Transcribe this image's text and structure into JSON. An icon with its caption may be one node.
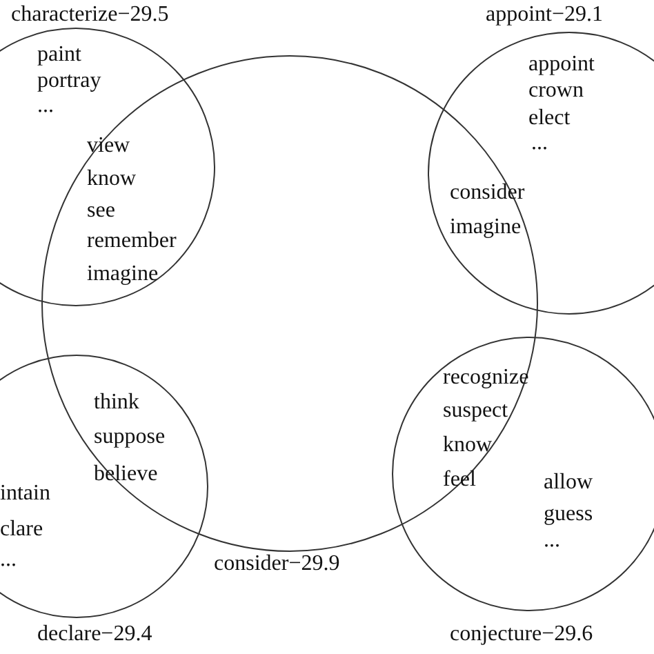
{
  "diagram": {
    "nodes": [
      {
        "text": [
          "characterize−29.5",
          "paint",
          "portray",
          "..."
        ]
      },
      {
        "text": [
          "consider−29.9"
        ]
      },
      {
        "text": [
          "appoint−29.1",
          "appoint",
          "crown",
          "elect",
          "..."
        ]
      },
      {
        "text": [
          "declare−29.4",
          "intain",
          "clare",
          "..."
        ]
      },
      {
        "text": [
          "conjecture−29.6",
          "allow",
          "guess",
          "..."
        ]
      }
    ],
    "labels": [
      "view",
      "know",
      "see",
      "remember",
      "imagine",
      "consider",
      "imagine",
      "think",
      "suppose",
      "believe",
      "recognize",
      "suspect",
      "know",
      "feel"
    ]
  }
}
